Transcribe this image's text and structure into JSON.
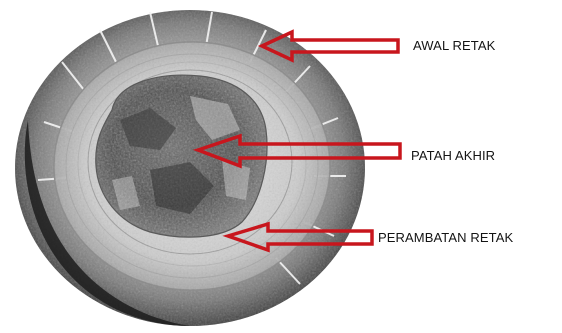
{
  "labels": {
    "initial_crack": "AWAL RETAK",
    "final_fracture": "PATAH AKHIR",
    "crack_propagation": "PERAMBATAN RETAK"
  },
  "colors": {
    "arrow": "#c8161d",
    "background": "#ffffff",
    "label_text": "#141414"
  }
}
